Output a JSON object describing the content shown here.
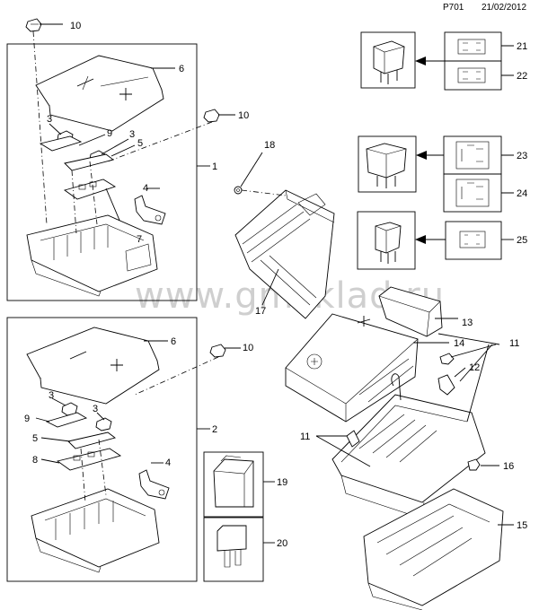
{
  "header": {
    "code": "P701",
    "date": "21/02/2012"
  },
  "watermark": "www.gmsklad.ru",
  "callouts": {
    "c1": "1",
    "c2": "2",
    "c3a": "3",
    "c3b": "3",
    "c3c": "3",
    "c3d": "3",
    "c4a": "4",
    "c4b": "4",
    "c5a": "5",
    "c5b": "5",
    "c6a": "6",
    "c6b": "6",
    "c7": "7",
    "c8": "8",
    "c9a": "9",
    "c9b": "9",
    "c10a": "10",
    "c10b": "10",
    "c10c": "10",
    "c11a": "11",
    "c11b": "11",
    "c12": "12",
    "c13": "13",
    "c14": "14",
    "c15": "15",
    "c16": "16",
    "c17": "17",
    "c18": "18",
    "c19": "19",
    "c20": "20",
    "c21": "21",
    "c22": "22",
    "c23": "23",
    "c24": "24",
    "c25": "25"
  }
}
